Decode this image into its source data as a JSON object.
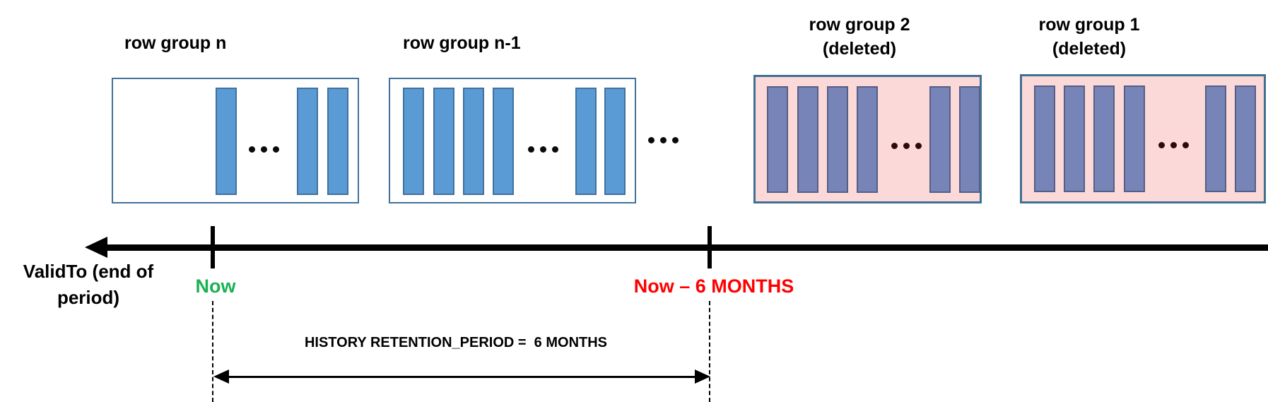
{
  "colors": {
    "bar_active_fill": "#5B9BD5",
    "bar_active_border": "#41719C",
    "bar_deleted_fill": "#7684B8",
    "bar_deleted_border": "#575E83",
    "deleted_box_fill": "#FBD9D9",
    "deleted_box_border": "#3F7092",
    "box_border": "#41719C",
    "now_green": "#1AB155",
    "past_red": "#FF0000",
    "dots": "#0A0A0A",
    "dots_deleted": "#30090D"
  },
  "diagram": {
    "row_groups": [
      {
        "label": "row group n",
        "status": "",
        "deleted": false,
        "bars_before_ellipsis": 1,
        "bars_after_ellipsis": 2
      },
      {
        "label": "row group n-1",
        "status": "",
        "deleted": false,
        "bars_before_ellipsis": 4,
        "bars_after_ellipsis": 2
      },
      {
        "label": "row group 2",
        "status": "(deleted)",
        "deleted": true,
        "bars_before_ellipsis": 4,
        "bars_after_ellipsis": 2
      },
      {
        "label": "row group 1",
        "status": "(deleted)",
        "deleted": true,
        "bars_before_ellipsis": 4,
        "bars_after_ellipsis": 2
      }
    ],
    "axis": {
      "label": "ValidTo",
      "sublabel": "(end of period)"
    },
    "markers": {
      "now": "Now",
      "past": "Now – 6 MONTHS"
    },
    "retention_label": "HISTORY RETENTION_PERIOD =  6 MONTHS",
    "icons": {
      "ellipsis_icon": "•••",
      "axis_arrow_icon": "left-arrowhead",
      "span_arrow_icon": "double-headed-arrow"
    }
  }
}
